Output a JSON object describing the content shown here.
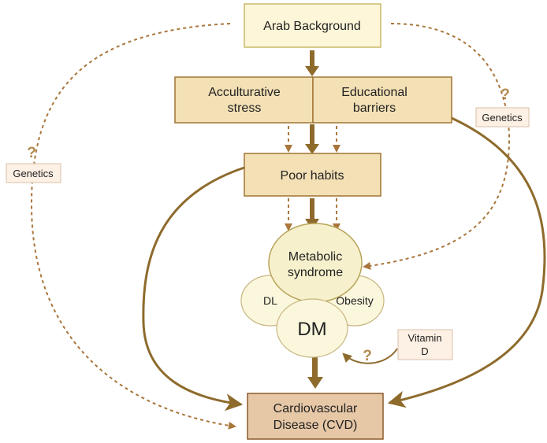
{
  "colors": {
    "box_fill": "#f3e0b5",
    "box_border": "#a07434",
    "top_box_fill": "#fdf6d8",
    "top_box_border": "#c9b86a",
    "cvd_fill": "#e6c7a6",
    "cvd_border": "#8b5a2b",
    "ellipse_fill": "#fbf7dc",
    "ellipse_stroke": "#c8b682",
    "metabolic_fill": "#f6f1cc",
    "metabolic_stroke": "#b8a35a",
    "arrow": "#8e6b2c",
    "dashed": "#a9763b",
    "label_fill": "#fdf0e4",
    "label_border": "#d9c2aa",
    "question_mark": "#b58a4e"
  },
  "nodes": {
    "arab_background": "Arab Background",
    "acculturative_stress": [
      "Acculturative",
      "stress"
    ],
    "educational_barriers": [
      "Educational",
      "barriers"
    ],
    "poor_habits": "Poor habits",
    "metabolic_syndrome": [
      "Metabolic",
      "syndrome"
    ],
    "dl": "DL",
    "obesity": "Obesity",
    "dm": "DM",
    "cvd": [
      "Cardiovascular",
      "Disease (CVD)"
    ],
    "vitamin_d": [
      "Vitamin",
      "D"
    ],
    "genetics_left": "Genetics",
    "genetics_right": "Genetics"
  },
  "question_mark": "?"
}
